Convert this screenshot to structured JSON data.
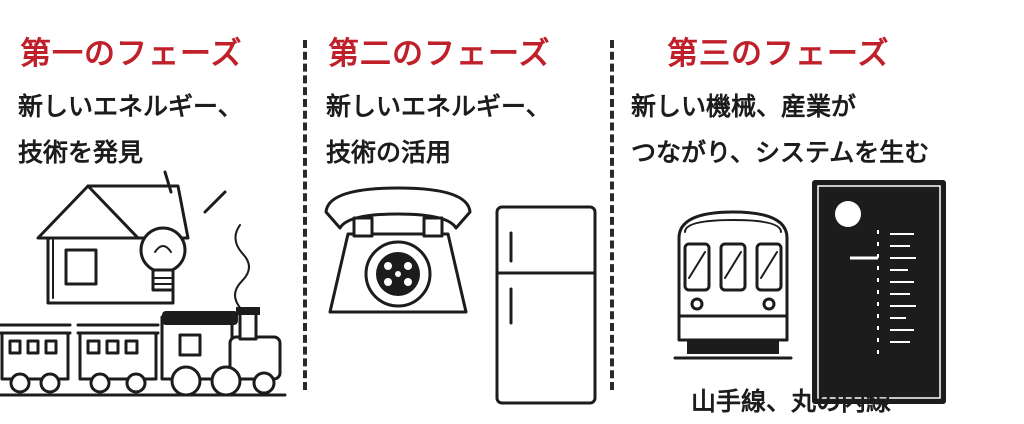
{
  "accent_color": "#c0202a",
  "phases": [
    {
      "title": "第一のフェーズ",
      "desc_lines": [
        "新しいエネルギー、",
        "技術を発見"
      ],
      "icons": [
        "house-icon",
        "lightbulb-icon",
        "steam-train-icon"
      ]
    },
    {
      "title": "第二のフェーズ",
      "desc_lines": [
        "新しいエネルギー、",
        "技術の活用"
      ],
      "icons": [
        "rotary-telephone-icon",
        "refrigerator-icon"
      ]
    },
    {
      "title": "第三のフェーズ",
      "desc_lines": [
        "新しい機械、産業が",
        "つながり、システムを生む"
      ],
      "icons": [
        "subway-train-icon",
        "route-map-icon"
      ],
      "caption": "山手線、丸の内線"
    }
  ]
}
